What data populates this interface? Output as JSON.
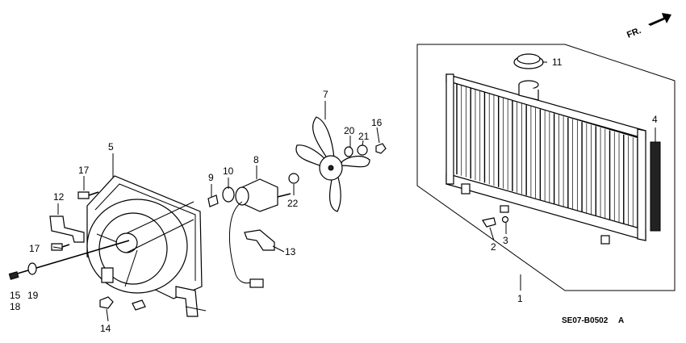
{
  "diagram": {
    "direction_label": "FR.",
    "drawing_code": "SE07-B0502",
    "drawing_code_suffix": "A",
    "callouts": {
      "p1": "1",
      "p2": "2",
      "p3": "3",
      "p4": "4",
      "p5": "5",
      "p7": "7",
      "p8": "8",
      "p9": "9",
      "p10": "10",
      "p11": "11",
      "p12": "12",
      "p13": "13",
      "p14": "14",
      "p15": "15",
      "p16": "16",
      "p17a": "17",
      "p17b": "17",
      "p18": "18",
      "p19": "19",
      "p20": "20",
      "p21": "21",
      "p22": "22"
    },
    "icons": [
      "forward-arrow-icon"
    ]
  }
}
